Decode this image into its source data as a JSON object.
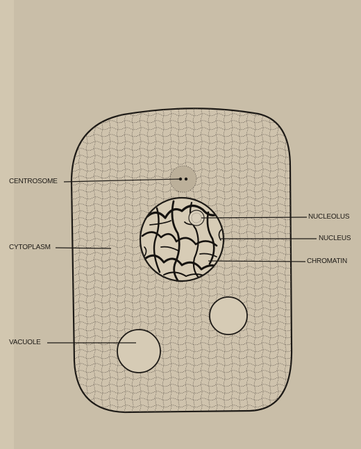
{
  "labels": {
    "centrosome": "CENTROSOME",
    "cytoplasm": "CYTOPLASM",
    "vacuole": "VACUOLE",
    "nucleolus": "NUCLEOLUS",
    "nucleus": "NUCLEUS",
    "chromatin": "CHROMATIN"
  },
  "colors": {
    "paper": "#c9bea8",
    "ink": "#1d1a16",
    "cell_fill": "#cfc3ad",
    "mesh": "#5a5249"
  }
}
